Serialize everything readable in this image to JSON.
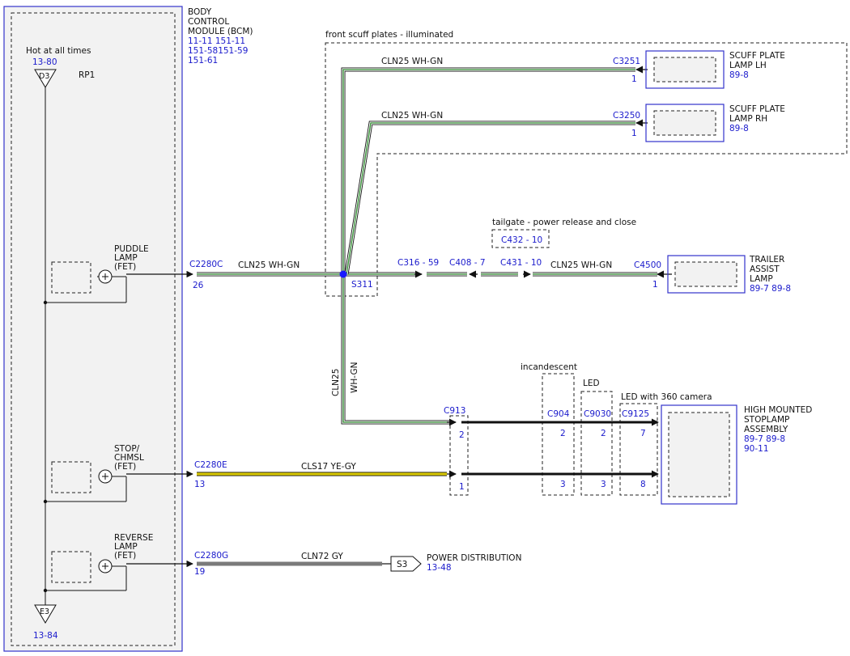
{
  "bcm": {
    "title_lines": [
      "BODY",
      "CONTROL",
      "MODULE (BCM)"
    ],
    "refs": [
      "11-11  151-11",
      "151-58151-59",
      "151-61"
    ],
    "hot_label": "Hot at all times",
    "hot_ref": "13-80",
    "top_node": "D3",
    "rp_label": "RP1",
    "bottom_node": "E3",
    "bottom_ref": "13-84",
    "puddle_label": [
      "PUDDLE",
      "LAMP",
      "(FET)"
    ],
    "stop_label": [
      "STOP/",
      "CHMSL",
      "(FET)"
    ],
    "reverse_label": [
      "REVERSE",
      "LAMP",
      "(FET)"
    ]
  },
  "regions": {
    "scuff": "front scuff plates - illuminated",
    "tailgate": "tailgate - power release and close",
    "incandescent": "incandescent",
    "led": "LED",
    "led360": "LED with 360 camera"
  },
  "connectors": {
    "c2280c": "C2280C",
    "c2280c_pin": "26",
    "c2280e": "C2280E",
    "c2280e_pin": "13",
    "c2280g": "C2280G",
    "c2280g_pin": "19",
    "c3251": "C3251",
    "c3251_pin": "1",
    "c3250": "C3250",
    "c3250_pin": "1",
    "c316": "C316 - 59",
    "c408": "C408 - 7",
    "c431": "C431 - 10",
    "c432": "C432 - 10",
    "c4500": "C4500",
    "c4500_pin": "1",
    "c913": "C913",
    "c913_pin_a": "2",
    "c913_pin_b": "1",
    "c904": "C904",
    "c904_pin_a": "2",
    "c904_pin_b": "3",
    "c9030": "C9030",
    "c9030_pin_a": "2",
    "c9030_pin_b": "3",
    "c9125": "C9125",
    "c9125_pin_a": "7",
    "c9125_pin_b": "8"
  },
  "splice": {
    "label": "S311"
  },
  "wires": {
    "cln25_a": "CLN25  WH-GN",
    "cln25_b": "CLN25  WH-GN",
    "cln25_c": "CLN25  WH-GN",
    "cln25_d": "CLN25  WH-GN",
    "cln25_vert_code": "CLN25",
    "cln25_vert_color": "WH-GN",
    "cls17": "CLS17  YE-GY",
    "cln72": "CLN72  GY"
  },
  "components": {
    "scuff_lh": [
      "SCUFF PLATE",
      "LAMP LH"
    ],
    "scuff_lh_ref": "89-8",
    "scuff_rh": [
      "SCUFF PLATE",
      "LAMP RH"
    ],
    "scuff_rh_ref": "89-8",
    "trailer": [
      "TRAILER",
      "ASSIST",
      "LAMP"
    ],
    "trailer_ref": "89-7   89-8",
    "chmsl": [
      "HIGH MOUNTED",
      "STOPLAMP",
      "ASSEMBLY"
    ],
    "chmsl_ref1": "89-7   89-8",
    "chmsl_ref2": "90-11",
    "s3": "S3",
    "power": "POWER DISTRIBUTION",
    "power_ref": "13-48"
  },
  "colors": {
    "wire_green": "#2e8b2e",
    "wire_yellow": "#d8c800",
    "wire_gray": "#7a7a7a",
    "ref_blue": "#1a1acc",
    "box_blue": "#3333cc",
    "splice_blue": "#1a1aff"
  }
}
